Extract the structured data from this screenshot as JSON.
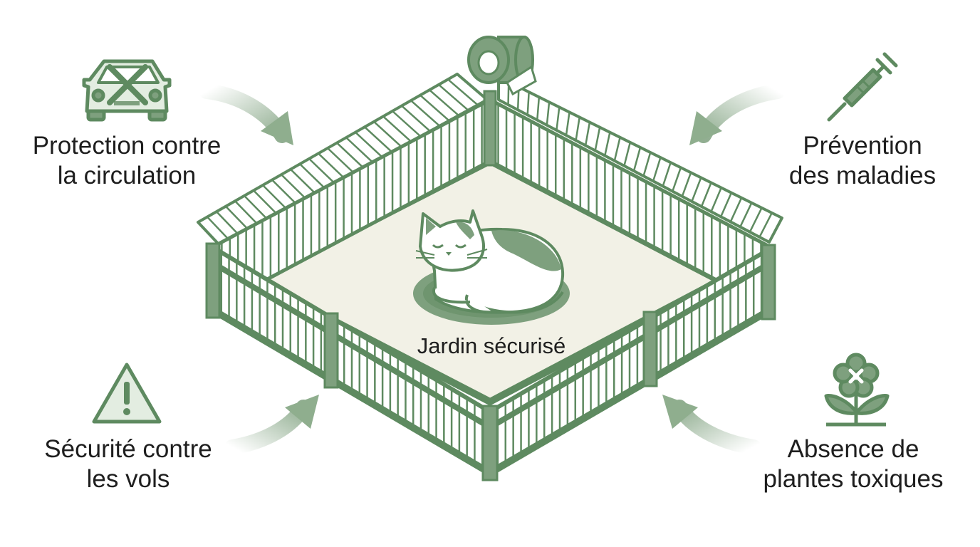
{
  "colors": {
    "green_dark": "#5e8a60",
    "green_mid": "#7ea07e",
    "green_light": "#e3ede1",
    "ground": "#f2f1e6",
    "text": "#1e1e1e"
  },
  "center": {
    "label": "Jardin sécurisé",
    "icons": [
      "fence-enclosure",
      "cat-sleeping-icon",
      "fence-roll-icon"
    ]
  },
  "benefits": [
    {
      "id": "traffic",
      "line1": "Protection contre",
      "line2": "la circulation",
      "icon": "crossed-car-icon"
    },
    {
      "id": "disease",
      "line1": "Prévention",
      "line2": "des maladies",
      "icon": "syringe-icon"
    },
    {
      "id": "theft",
      "line1": "Sécurité contre",
      "line2": "les vols",
      "icon": "warning-icon"
    },
    {
      "id": "plants",
      "line1": "Absence de",
      "line2": "plantes toxiques",
      "icon": "crossed-flower-icon"
    }
  ]
}
